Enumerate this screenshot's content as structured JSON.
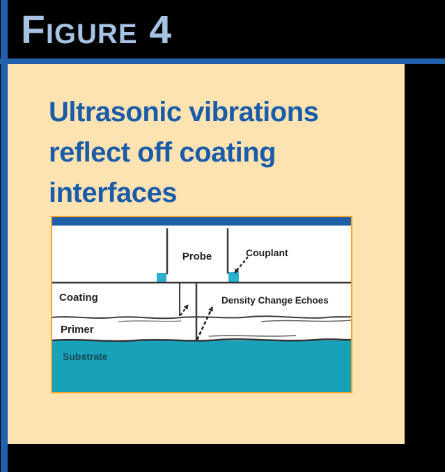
{
  "header": {
    "label": "Figure 4"
  },
  "title": {
    "line1": "Ultrasonic vibrations",
    "line2": "reflect off coating",
    "line3": "interfaces"
  },
  "diagram": {
    "probe_label": "Probe",
    "couplant_label": "Couplant",
    "coating_label": "Coating",
    "primer_label": "Primer",
    "substrate_label": "Substrate",
    "echoes_label": "Density Change Echoes"
  },
  "colors": {
    "background_black": "#000000",
    "accent_blue": "#2160ab",
    "header_text_blue": "#a6c3e3",
    "panel_peach": "#fde2b2",
    "title_blue": "#1b5ca8",
    "diagram_border_orange": "#f8a423",
    "diagram_top_bar_blue": "#1f5fa8",
    "substrate_teal": "#18a2ba",
    "couplant_cyan": "#2bb0cf",
    "line_dark": "#3a3a3a"
  }
}
